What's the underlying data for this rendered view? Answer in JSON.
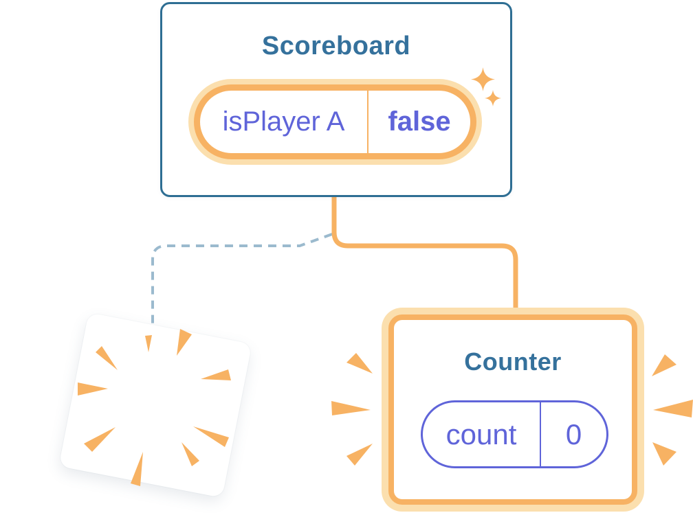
{
  "colors": {
    "blue-border": "#2E6E93",
    "blue-text": "#35719C",
    "orange": "#F7B263",
    "orange-glow": "#FBDFAE",
    "purple": "#5F64D9",
    "dash-blue": "#9BBACE"
  },
  "scoreboard": {
    "title": "Scoreboard",
    "pill": {
      "key": "isPlayer A",
      "value": "false"
    },
    "icon": "sparkles-icon"
  },
  "counter": {
    "title": "Counter",
    "pill": {
      "key": "count",
      "value": "0"
    },
    "icon": "emphasis-burst-icon"
  },
  "removed_component": {
    "icon": "explosion-burst-icon"
  }
}
